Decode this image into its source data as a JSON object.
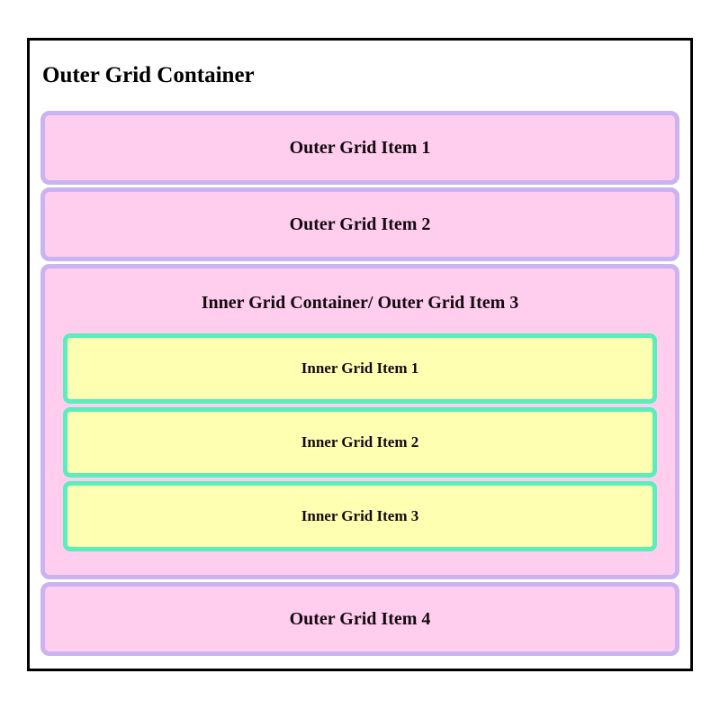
{
  "grid_demo": {
    "title": "Outer Grid Container",
    "outer_items": [
      {
        "label": "Outer Grid Item 1",
        "type": "simple"
      },
      {
        "label": "Outer Grid Item 2",
        "type": "simple"
      },
      {
        "label": "Inner Grid Container/ Outer Grid Item 3",
        "type": "container"
      },
      {
        "label": "Outer Grid Item 4",
        "type": "simple"
      }
    ],
    "inner_items": [
      {
        "label": "Inner Grid Item 1"
      },
      {
        "label": "Inner Grid Item 2"
      },
      {
        "label": "Inner Grid Item 3"
      }
    ],
    "colors": {
      "frame_border": "#000000",
      "outer_item_fill": "#ffcdee",
      "outer_item_border": "#cab3f1",
      "inner_item_fill": "#ffffb2",
      "inner_item_border": "#59eebc",
      "text": "#140a10",
      "page_background": "#ffffff"
    }
  }
}
